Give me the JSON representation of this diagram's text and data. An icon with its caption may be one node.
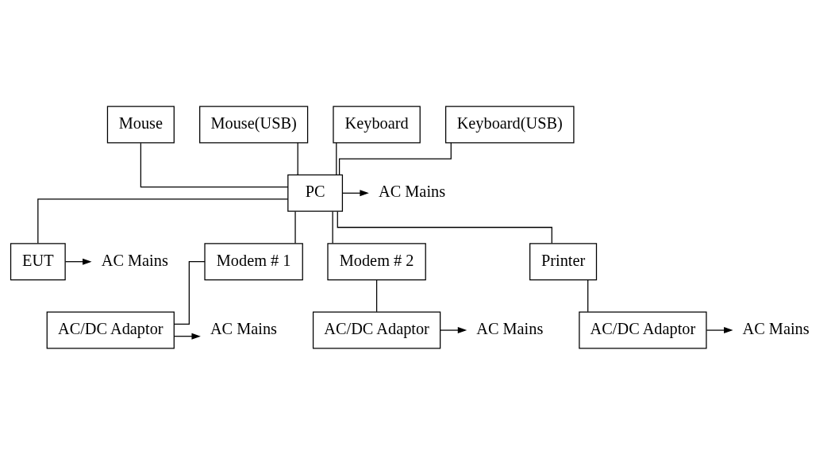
{
  "diagram": {
    "nodes": [
      {
        "text": [
          "Mouse"
        ]
      },
      {
        "text": [
          "Mouse(USB)"
        ]
      },
      {
        "text": [
          "Keyboard"
        ]
      },
      {
        "text": [
          "Keyboard(USB)"
        ]
      },
      {
        "text": [
          "PC"
        ]
      },
      {
        "text": [
          "AC Mains"
        ]
      },
      {
        "text": [
          "EUT"
        ]
      },
      {
        "text": [
          "Modem # 1"
        ]
      },
      {
        "text": [
          "Modem # 2"
        ]
      },
      {
        "text": [
          "Printer"
        ]
      },
      {
        "text": [
          "AC Mains"
        ]
      },
      {
        "text": [
          "AC/DC Adaptor"
        ]
      },
      {
        "text": [
          "AC Mains"
        ]
      },
      {
        "text": [
          "AC/DC Adaptor"
        ]
      },
      {
        "text": [
          "AC Mains"
        ]
      },
      {
        "text": [
          "AC/DC Adaptor"
        ]
      },
      {
        "text": [
          "AC Mains"
        ]
      }
    ],
    "edges": [
      {
        "from": 0,
        "to": 4,
        "arrow": "none"
      },
      {
        "from": 1,
        "to": 4,
        "arrow": "none"
      },
      {
        "from": 2,
        "to": 4,
        "arrow": "none"
      },
      {
        "from": 3,
        "to": 4,
        "arrow": "none"
      },
      {
        "from": 4,
        "to": 5,
        "arrow": "to"
      },
      {
        "from": 4,
        "to": 6,
        "arrow": "none"
      },
      {
        "from": 4,
        "to": 7,
        "arrow": "none"
      },
      {
        "from": 4,
        "to": 8,
        "arrow": "none"
      },
      {
        "from": 4,
        "to": 9,
        "arrow": "none"
      },
      {
        "from": 6,
        "to": 10,
        "arrow": "to"
      },
      {
        "from": 7,
        "to": 11,
        "arrow": "none"
      },
      {
        "from": 11,
        "to": 12,
        "arrow": "to"
      },
      {
        "from": 8,
        "to": 13,
        "arrow": "none"
      },
      {
        "from": 13,
        "to": 14,
        "arrow": "to"
      },
      {
        "from": 9,
        "to": 15,
        "arrow": "none"
      },
      {
        "from": 15,
        "to": 16,
        "arrow": "to"
      }
    ]
  }
}
